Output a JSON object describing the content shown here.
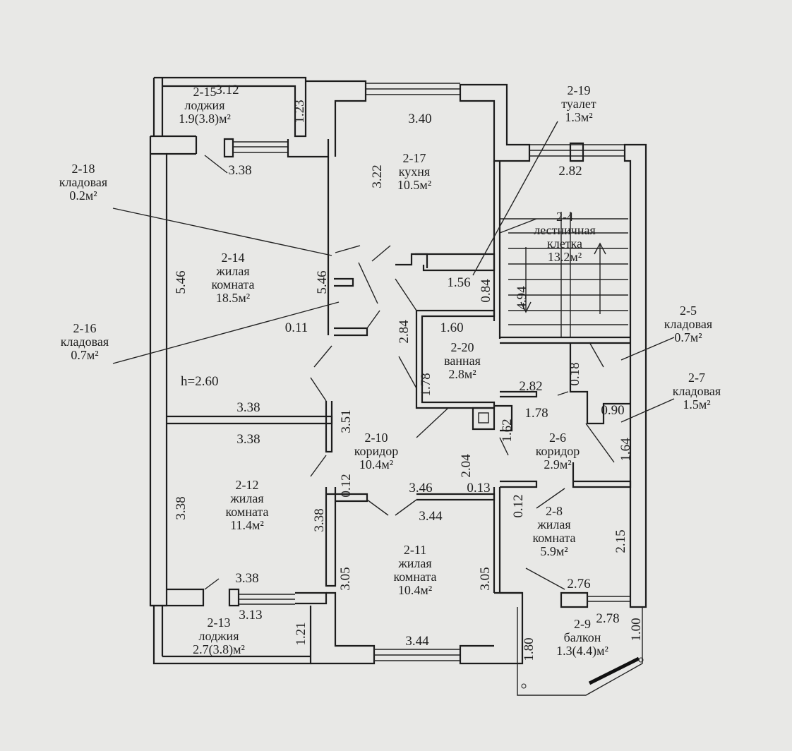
{
  "rooms": [
    {
      "id": "2-15",
      "lines": [
        "2-15",
        "лоджия",
        "1.9(3.8)м²"
      ]
    },
    {
      "id": "2-17",
      "lines": [
        "2-17",
        "кухня",
        "10.5м²"
      ]
    },
    {
      "id": "2-19",
      "lines": [
        "2-19",
        "туалет",
        "1.3м²"
      ]
    },
    {
      "id": "2-18",
      "lines": [
        "2-18",
        "кладовая",
        "0.2м²"
      ]
    },
    {
      "id": "2-4",
      "lines": [
        "2-4",
        "лестничная",
        "клетка",
        "13.2м²"
      ]
    },
    {
      "id": "2-14",
      "lines": [
        "2-14",
        "жилая",
        "комната",
        "18.5м²"
      ]
    },
    {
      "id": "2-16",
      "lines": [
        "2-16",
        "кладовая",
        "0.7м²"
      ]
    },
    {
      "id": "2-5",
      "lines": [
        "2-5",
        "кладовая",
        "0.7м²"
      ]
    },
    {
      "id": "2-20",
      "lines": [
        "2-20",
        "ванная",
        "2.8м²"
      ]
    },
    {
      "id": "2-7",
      "lines": [
        "2-7",
        "кладовая",
        "1.5м²"
      ]
    },
    {
      "id": "2-10",
      "lines": [
        "2-10",
        "коридор",
        "10.4м²"
      ]
    },
    {
      "id": "2-6",
      "lines": [
        "2-6",
        "коридор",
        "2.9м²"
      ]
    },
    {
      "id": "2-12",
      "lines": [
        "2-12",
        "жилая",
        "комната",
        "11.4м²"
      ]
    },
    {
      "id": "2-8",
      "lines": [
        "2-8",
        "жилая",
        "комната",
        "5.9м²"
      ]
    },
    {
      "id": "2-11",
      "lines": [
        "2-11",
        "жилая",
        "комната",
        "10.4м²"
      ]
    },
    {
      "id": "2-13",
      "lines": [
        "2-13",
        "лоджия",
        "2.7(3.8)м²"
      ]
    },
    {
      "id": "2-9",
      "lines": [
        "2-9",
        "балкон",
        "1.3(4.4)м²"
      ]
    }
  ],
  "ceiling_height": "h=2.60",
  "dims": [
    {
      "v": "3.12"
    },
    {
      "v": "1.23"
    },
    {
      "v": "3.40"
    },
    {
      "v": "3.38"
    },
    {
      "v": "3.22"
    },
    {
      "v": "2.82"
    },
    {
      "v": "5.46"
    },
    {
      "v": "5.46"
    },
    {
      "v": "1.56"
    },
    {
      "v": "0.84"
    },
    {
      "v": "4.94"
    },
    {
      "v": "0.11"
    },
    {
      "v": "1.60"
    },
    {
      "v": "2.84"
    },
    {
      "v": "0.18"
    },
    {
      "v": "1.78"
    },
    {
      "v": "2.82"
    },
    {
      "v": "1.78"
    },
    {
      "v": "0.90"
    },
    {
      "v": "3.38"
    },
    {
      "v": "3.51"
    },
    {
      "v": "3.38"
    },
    {
      "v": "1.62"
    },
    {
      "v": "1.64"
    },
    {
      "v": "2.04"
    },
    {
      "v": "0.12"
    },
    {
      "v": "3.46"
    },
    {
      "v": "0.13"
    },
    {
      "v": "0.12"
    },
    {
      "v": "3.44"
    },
    {
      "v": "3.38"
    },
    {
      "v": "3.38"
    },
    {
      "v": "2.15"
    },
    {
      "v": "3.05"
    },
    {
      "v": "3.05"
    },
    {
      "v": "2.76"
    },
    {
      "v": "3.38"
    },
    {
      "v": "3.13"
    },
    {
      "v": "1.21"
    },
    {
      "v": "2.78"
    },
    {
      "v": "3.44"
    },
    {
      "v": "1.80"
    },
    {
      "v": "1.00"
    }
  ]
}
